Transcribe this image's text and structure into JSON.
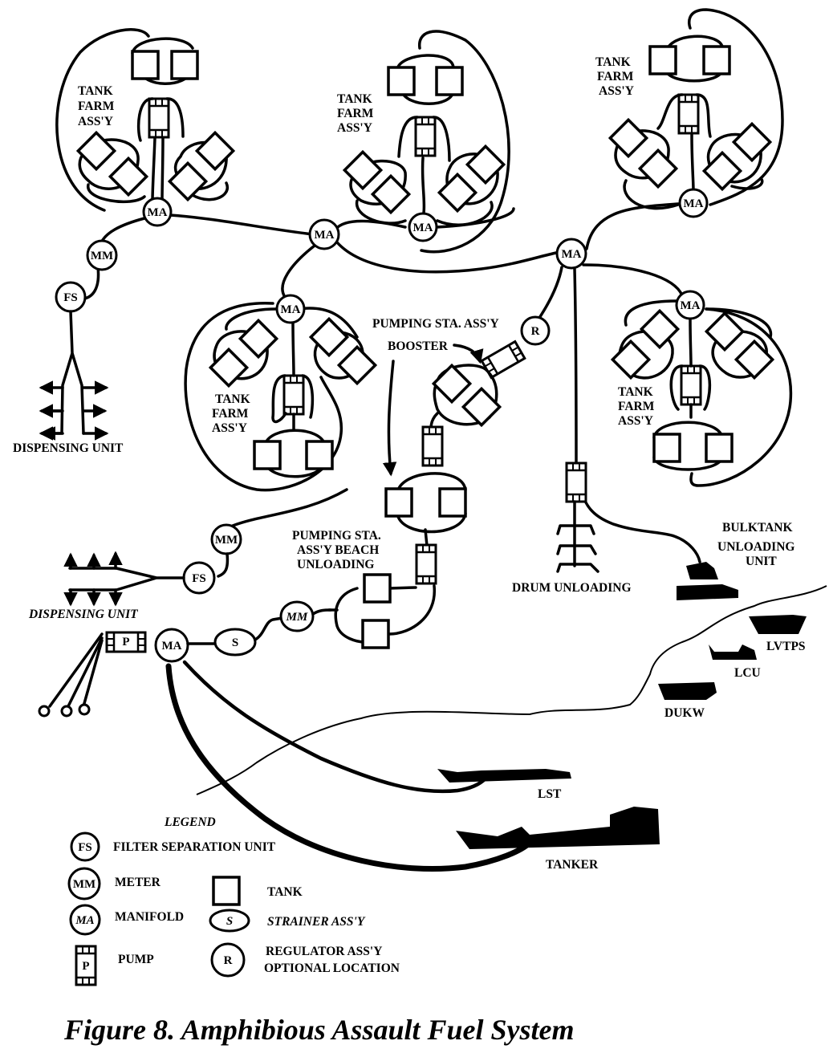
{
  "figure": {
    "caption": "Figure 8. Amphibious Assault Fuel System"
  },
  "labels": {
    "tank_farm_line1": "TANK",
    "tank_farm_line2": "FARM",
    "tank_farm_line3": "ASS'Y",
    "dispensing_unit_upper": "DISPENSING UNIT",
    "dispensing_unit_lower": "DISPENSING UNIT",
    "pumping_sta_booster_line1": "PUMPING STA. ASS'Y",
    "pumping_sta_booster_line2": "BOOSTER",
    "pumping_sta_beach_line1": "PUMPING STA.",
    "pumping_sta_beach_line2": "ASS'Y BEACH",
    "pumping_sta_beach_line3": "UNLOADING",
    "drum_unloading": "DRUM UNLOADING",
    "bulk_tank_line1": "BULKTANK",
    "bulk_tank_line2": "UNLOADING",
    "bulk_tank_line3": "UNIT",
    "vessel_lvtps": "LVTPS",
    "vessel_lcu": "LCU",
    "vessel_dukw": "DUKW",
    "vessel_lst": "LST",
    "vessel_tanker": "TANKER"
  },
  "symbols": {
    "manifold": "MA",
    "meter": "MM",
    "filter": "FS",
    "pump": "P",
    "strainer": "S",
    "regulator": "R"
  },
  "legend": {
    "title": "LEGEND",
    "items": [
      {
        "symbol": "FS",
        "label": "FILTER SEPARATION UNIT"
      },
      {
        "symbol": "MM",
        "label": "METER"
      },
      {
        "symbol": "MA",
        "label": "MANIFOLD"
      },
      {
        "symbol": "P",
        "label": "PUMP"
      },
      {
        "symbol": "",
        "label": "TANK"
      },
      {
        "symbol": "S",
        "label": "STRAINER ASS'Y"
      },
      {
        "symbol": "R",
        "label": "REGULATOR ASS'Y"
      },
      {
        "symbol": "",
        "label": "OPTIONAL LOCATION"
      }
    ]
  }
}
